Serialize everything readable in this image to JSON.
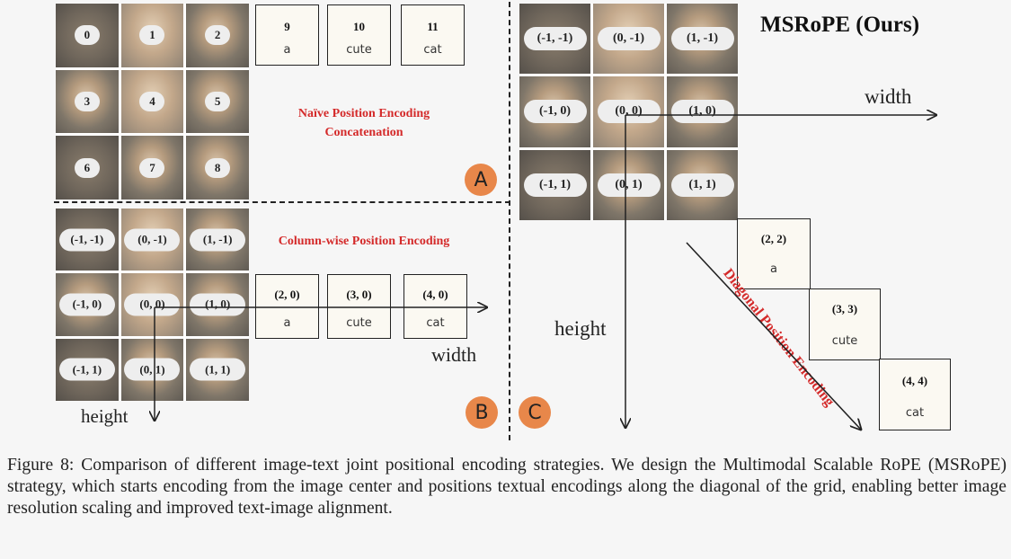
{
  "panel_a": {
    "title_line1": "Naïve Position Encoding",
    "title_line2": "Concatenation",
    "badge": "A",
    "grid_labels": [
      "0",
      "1",
      "2",
      "3",
      "4",
      "5",
      "6",
      "7",
      "8"
    ],
    "tokens": [
      {
        "pos": "9",
        "word": "a"
      },
      {
        "pos": "10",
        "word": "cute"
      },
      {
        "pos": "11",
        "word": "cat"
      }
    ]
  },
  "panel_b": {
    "title": "Column-wise Position Encoding",
    "badge": "B",
    "grid_labels": [
      "(-1, -1)",
      "(0, -1)",
      "(1, -1)",
      "(-1, 0)",
      "(0, 0)",
      "(1, 0)",
      "(-1, 1)",
      "(0, 1)",
      "(1, 1)"
    ],
    "tokens": [
      {
        "pos": "(2, 0)",
        "word": "a"
      },
      {
        "pos": "(3, 0)",
        "word": "cute"
      },
      {
        "pos": "(4, 0)",
        "word": "cat"
      }
    ],
    "width_label": "width",
    "height_label": "height"
  },
  "panel_c": {
    "title": "MSRoPE (Ours)",
    "badge": "C",
    "grid_labels": [
      "(-1, -1)",
      "(0, -1)",
      "(1, -1)",
      "(-1, 0)",
      "(0, 0)",
      "(1, 0)",
      "(-1, 1)",
      "(0, 1)",
      "(1, 1)"
    ],
    "tokens": [
      {
        "pos": "(2, 2)",
        "word": "a"
      },
      {
        "pos": "(3, 3)",
        "word": "cute"
      },
      {
        "pos": "(4, 4)",
        "word": "cat"
      }
    ],
    "width_label": "width",
    "height_label": "height",
    "diagonal_label": "Diagonal Position Encoding"
  },
  "caption": "Figure 8: Comparison of different image-text joint positional encoding strategies. We design the Multimodal Scalable RoPE (MSRoPE) strategy, which starts encoding from the image center and positions textual encodings along the diagonal of the grid, enabling better image resolution scaling and improved text-image alignment."
}
